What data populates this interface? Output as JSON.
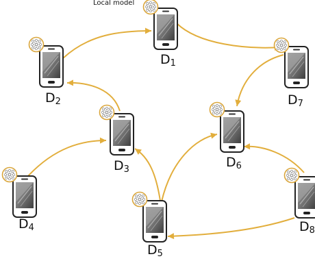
{
  "caption": "Local model",
  "colors": {
    "arrow": "#e2ae3c",
    "node_ring": "#d9a53a"
  },
  "devices": [
    {
      "id": "D1",
      "letter": "D",
      "index": "1"
    },
    {
      "id": "D2",
      "letter": "D",
      "index": "2"
    },
    {
      "id": "D3",
      "letter": "D",
      "index": "3"
    },
    {
      "id": "D4",
      "letter": "D",
      "index": "4"
    },
    {
      "id": "D5",
      "letter": "D",
      "index": "5"
    },
    {
      "id": "D6",
      "letter": "D",
      "index": "6"
    },
    {
      "id": "D7",
      "letter": "D",
      "index": "7"
    },
    {
      "id": "D8",
      "letter": "D",
      "index": "8"
    }
  ],
  "links": [
    {
      "from": "D2",
      "to": "D1"
    },
    {
      "from": "D1",
      "to": "D7"
    },
    {
      "from": "D7",
      "to": "D6"
    },
    {
      "from": "D3",
      "to": "D2"
    },
    {
      "from": "D4",
      "to": "D3"
    },
    {
      "from": "D5",
      "to": "D3"
    },
    {
      "from": "D5",
      "to": "D6"
    },
    {
      "from": "D8",
      "to": "D6"
    },
    {
      "from": "D8",
      "to": "D5"
    }
  ]
}
